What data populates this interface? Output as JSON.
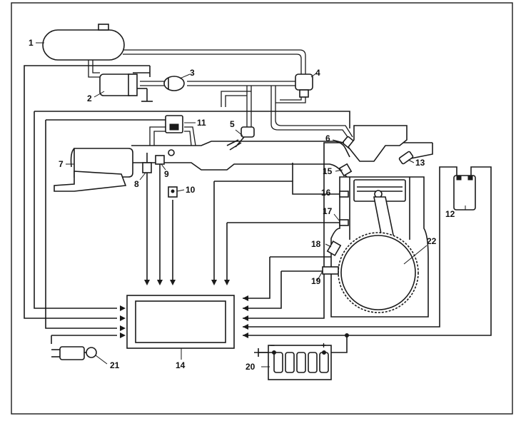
{
  "labels": {
    "n1": "1",
    "n2": "2",
    "n3": "3",
    "n4": "4",
    "n5": "5",
    "n6": "6",
    "n7": "7",
    "n8": "8",
    "n9": "9",
    "n10": "10",
    "n11": "11",
    "n12": "12",
    "n13": "13",
    "n14": "14",
    "n15": "15",
    "n16": "16",
    "n17": "17",
    "n18": "18",
    "n19": "19",
    "n20": "20",
    "n21": "21",
    "n22": "22"
  },
  "battery": {
    "minus": "−",
    "plus": "+"
  }
}
